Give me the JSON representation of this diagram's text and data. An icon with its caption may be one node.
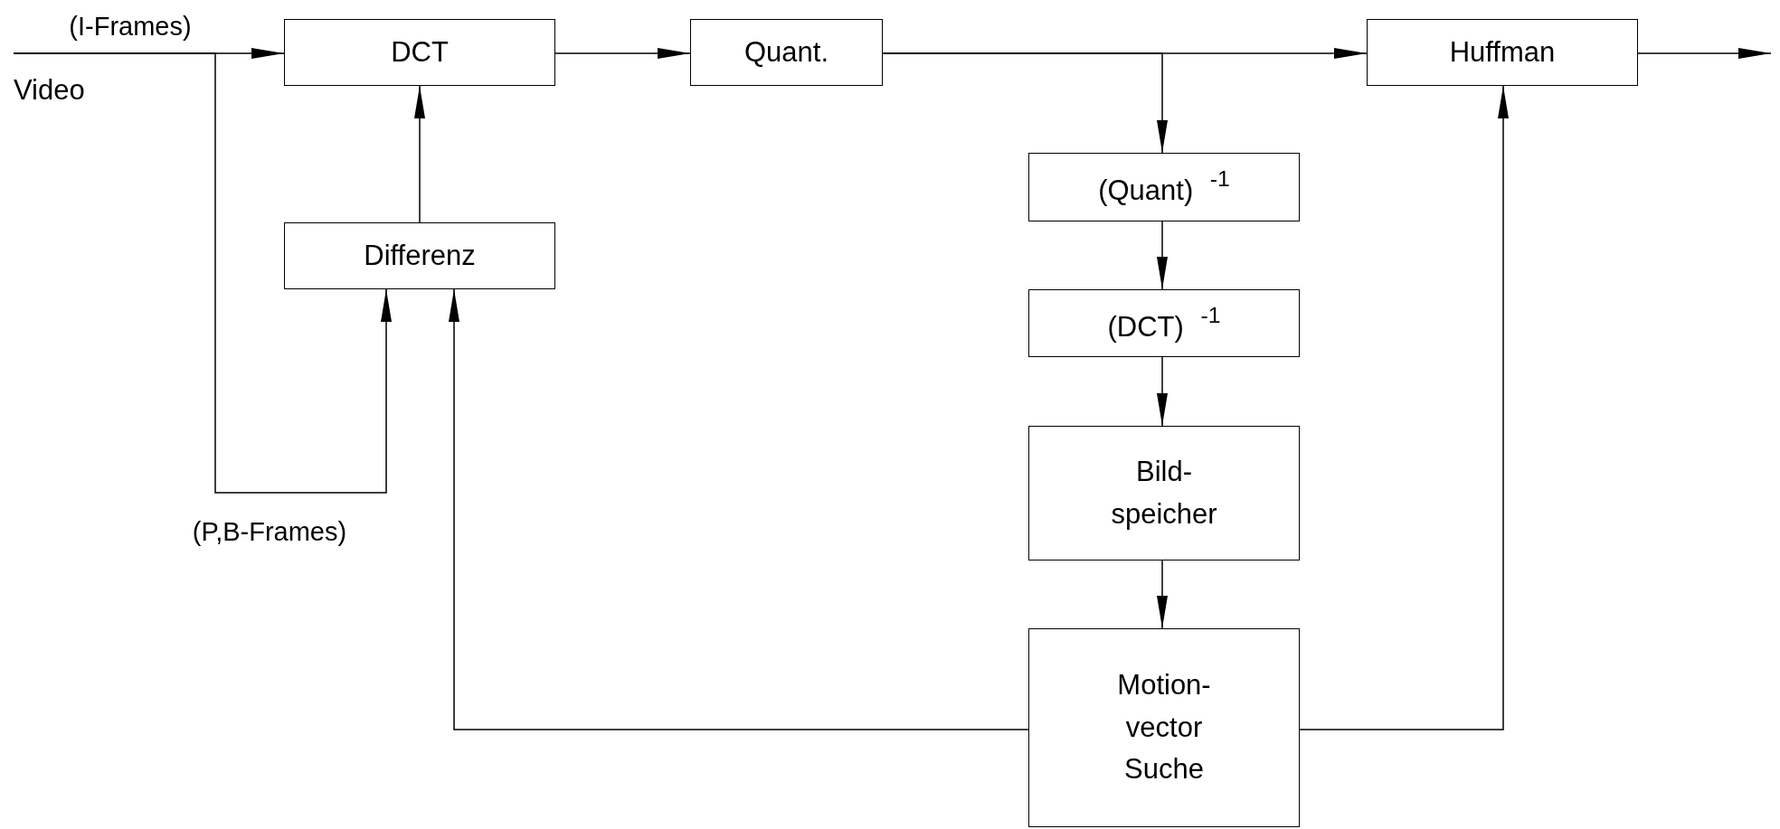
{
  "diagram": {
    "nodes": [
      {
        "text": [
          "DCT"
        ]
      },
      {
        "text": [
          "Quant."
        ]
      },
      {
        "text": [
          "Huffman"
        ]
      },
      {
        "text": [
          "(Quant) $^{-1}$"
        ]
      },
      {
        "text": [
          "Differenz"
        ]
      },
      {
        "text": [
          "(DCT) $^{-1}$"
        ]
      },
      {
        "text": [
          "Bild- speicher"
        ]
      },
      {
        "text": [
          "Motion- vector Suche"
        ]
      }
    ],
    "edges": [
      {
        "from": null,
        "to": 0,
        "arrow": "to",
        "label": "(I-Frames)"
      },
      {
        "from": null,
        "to": 4,
        "arrow": "to",
        "label": "(P,B-Frames)"
      },
      {
        "from": 4,
        "to": 0,
        "arrow": "to"
      },
      {
        "from": 0,
        "to": 1,
        "arrow": "to"
      },
      {
        "from": 1,
        "to": 2,
        "arrow": "to"
      },
      {
        "from": 1,
        "to": 3,
        "arrow": "to"
      },
      {
        "from": 2,
        "to": null,
        "arrow": "to"
      },
      {
        "from": 3,
        "to": 5,
        "arrow": "to"
      },
      {
        "from": 5,
        "to": 6,
        "arrow": "to"
      },
      {
        "from": 6,
        "to": 7,
        "arrow": "to"
      },
      {
        "from": 7,
        "to": 4,
        "arrow": "to"
      },
      {
        "from": 7,
        "to": 2,
        "arrow": "to"
      }
    ],
    "labels": [
      "Video"
    ]
  }
}
